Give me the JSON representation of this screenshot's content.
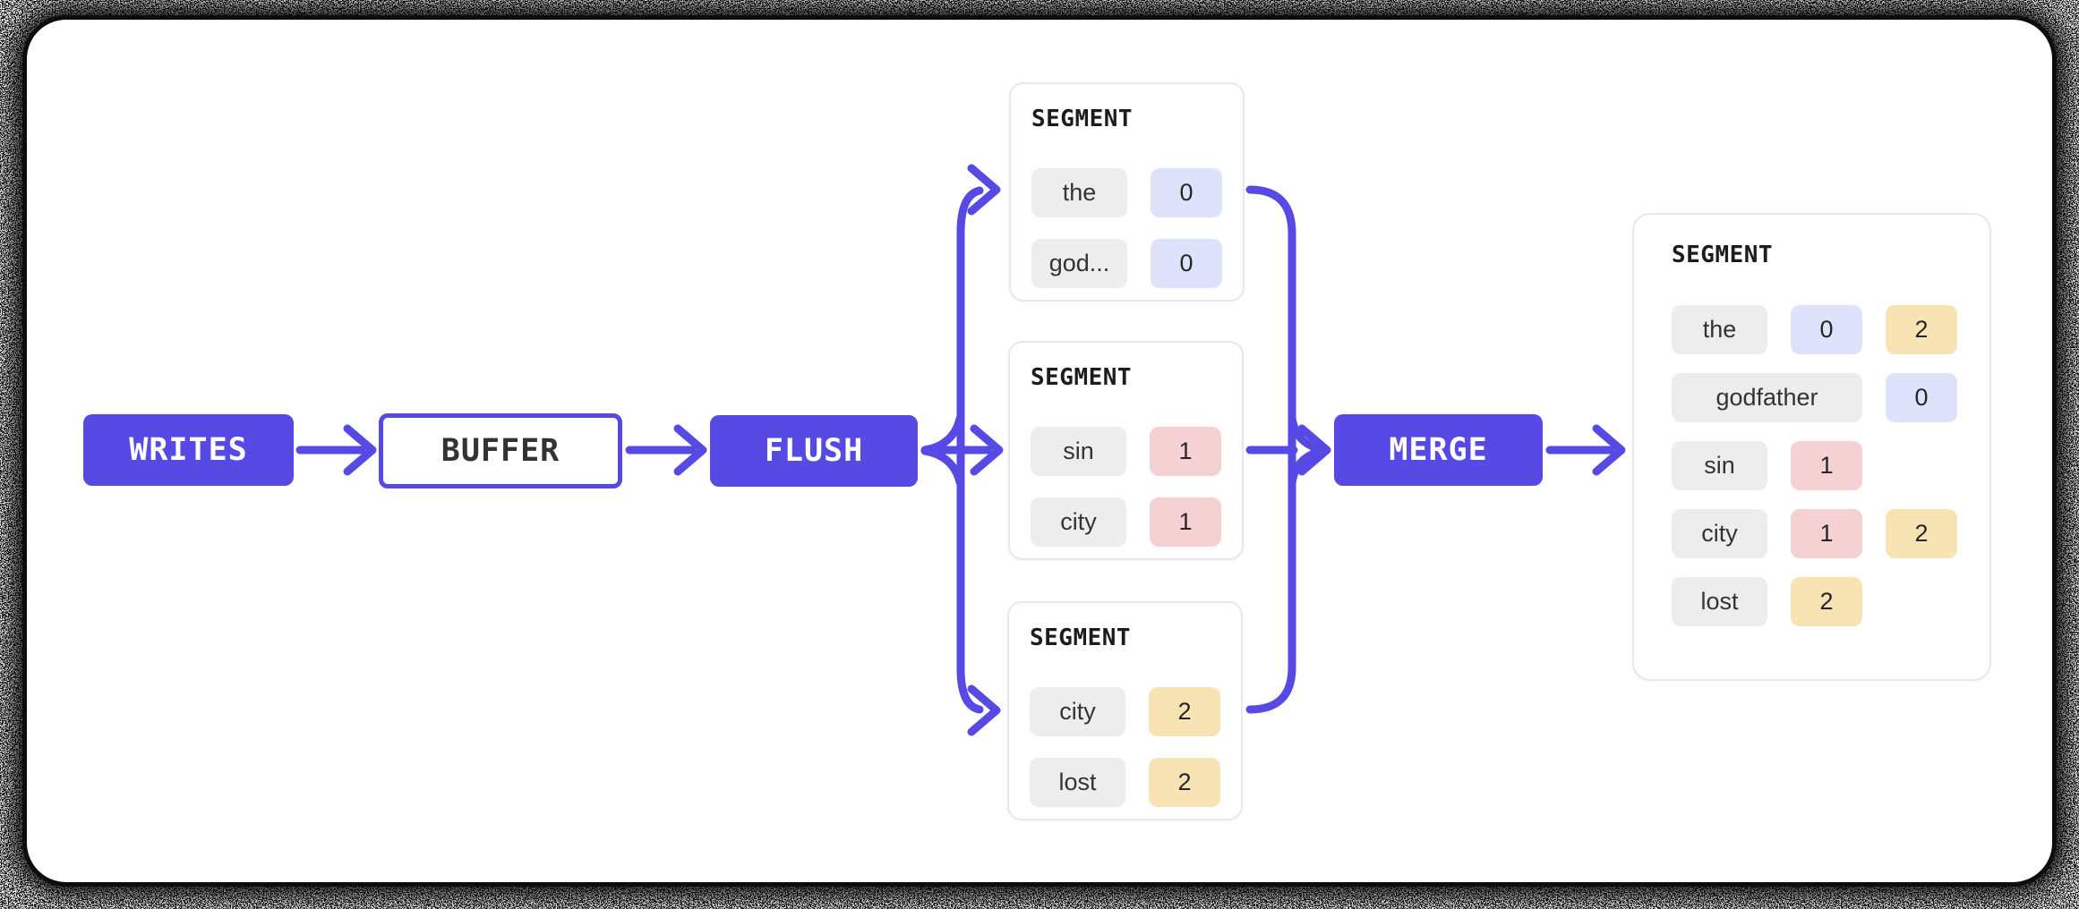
{
  "accent": "#5649E4",
  "colors": {
    "gray": "#EDEDED",
    "blue": "#DEE3FB",
    "pink": "#F5D1D4",
    "yellow": "#F8E3B4"
  },
  "pipeline": {
    "writes": "WRITES",
    "buffer": "BUFFER",
    "flush": "FLUSH",
    "merge": "MERGE"
  },
  "segments": [
    {
      "title": "SEGMENT",
      "rows": [
        {
          "term": "the",
          "badges": [
            {
              "value": "0",
              "color": "blue"
            }
          ]
        },
        {
          "term": "god...",
          "badges": [
            {
              "value": "0",
              "color": "blue"
            }
          ]
        }
      ]
    },
    {
      "title": "SEGMENT",
      "rows": [
        {
          "term": "sin",
          "badges": [
            {
              "value": "1",
              "color": "pink"
            }
          ]
        },
        {
          "term": "city",
          "badges": [
            {
              "value": "1",
              "color": "pink"
            }
          ]
        }
      ]
    },
    {
      "title": "SEGMENT",
      "rows": [
        {
          "term": "city",
          "badges": [
            {
              "value": "2",
              "color": "yellow"
            }
          ]
        },
        {
          "term": "lost",
          "badges": [
            {
              "value": "2",
              "color": "yellow"
            }
          ]
        }
      ]
    }
  ],
  "merged_segment": {
    "title": "SEGMENT",
    "rows": [
      {
        "term": "the",
        "span": 1,
        "badges": [
          {
            "value": "0",
            "color": "blue",
            "col": 2
          },
          {
            "value": "2",
            "color": "yellow",
            "col": 3
          }
        ]
      },
      {
        "term": "godfather",
        "span": 2,
        "badges": [
          {
            "value": "0",
            "color": "blue",
            "col": 3
          }
        ]
      },
      {
        "term": "sin",
        "span": 1,
        "badges": [
          {
            "value": "1",
            "color": "pink",
            "col": 2
          }
        ]
      },
      {
        "term": "city",
        "span": 1,
        "badges": [
          {
            "value": "1",
            "color": "pink",
            "col": 2
          },
          {
            "value": "2",
            "color": "yellow",
            "col": 3
          }
        ]
      },
      {
        "term": "lost",
        "span": 1,
        "badges": [
          {
            "value": "2",
            "color": "yellow",
            "col": 2
          }
        ]
      }
    ]
  }
}
